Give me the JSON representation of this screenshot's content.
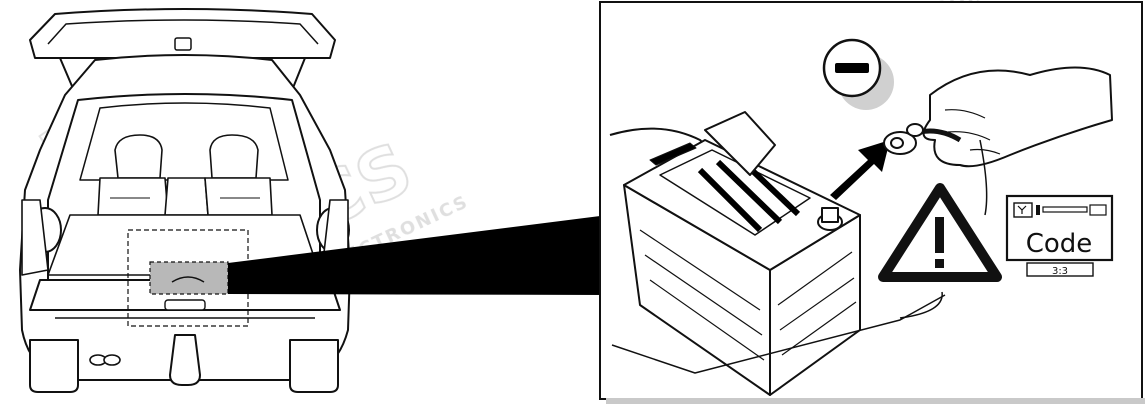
{
  "colors": {
    "line": "#111111",
    "fill": "#ffffff",
    "zone_fill": "#b8b8b8",
    "watermark": "#e6e6e6",
    "watermark_text": "#d9d9d9"
  },
  "icons": {
    "minus": "minus-icon",
    "warning": "warning-triangle-icon",
    "radio": "radio-code-icon",
    "arrow": "arrow-icon"
  },
  "callout": {
    "radio_label": "Code",
    "radio_sub": "3:3"
  },
  "watermarks": {
    "brand": "ECS",
    "sub": "ELECTRONICS"
  }
}
